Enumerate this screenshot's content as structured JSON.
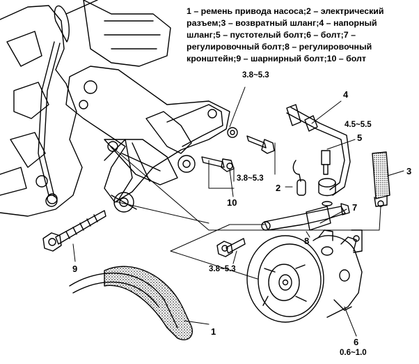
{
  "legend": {
    "line1": "1 – ремень привода насоса;2 – электрический",
    "line2": "разъем;3 – возвратный шланг;4 – напорный",
    "line3": "шланг;5 – пустотелый болт;6 – болт;7 –",
    "line4": "регулировочный болт;8 – регулировочный",
    "line5": "кронштейн;9 – шарнирный болт;10 – болт"
  },
  "callouts": {
    "n1": "1",
    "n2": "2",
    "n3": "3",
    "n4": "4",
    "n5": "5",
    "n6": "6",
    "n7": "7",
    "n8": "8",
    "n9": "9",
    "n10": "10"
  },
  "torques": {
    "t1": "3.8~5.3",
    "t2": "3.8~5.3",
    "t3": "4.5~5.5",
    "t4": "3.8~5.3",
    "t5": "0.6~1.0"
  },
  "colors": {
    "ink": "#000000",
    "paper": "#ffffff",
    "shade": "#d8d8d8"
  }
}
